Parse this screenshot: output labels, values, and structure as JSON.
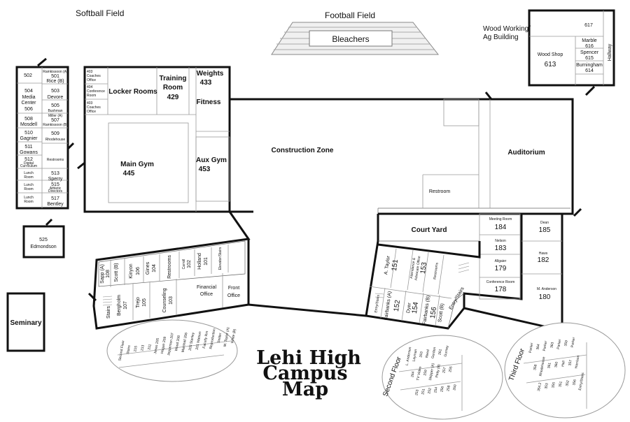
{
  "title": {
    "line1": "Lehi High",
    "line2": "Campus",
    "line3": "Map"
  },
  "outdoor": {
    "softball_field": "Softball Field",
    "football_field": "Football Field",
    "bleachers": "Bleachers",
    "wood_building_1": "Wood Working/",
    "wood_building_2": "Ag Building"
  },
  "wood_building": {
    "r617": "617",
    "wood_shop": "Wood Shop",
    "r613": "613",
    "marble": "Marble",
    "r616": "616",
    "spencer": "Spencer",
    "r615": "615",
    "burningham": "Burningham",
    "r614": "614",
    "hallway": "Hallway"
  },
  "west_wing": {
    "r502": "502",
    "rams_a": "Ramkissoon (A)",
    "r501": "501",
    "rice_b": "Rice (B)",
    "r504": "504",
    "media": "Media",
    "center": "Center",
    "r506": "506",
    "r503": "503",
    "devore": "Devore",
    "r505": "505",
    "bushman": "Bushman",
    "miller_a": "Miller (A)",
    "r507": "507",
    "rams_b": "Ramkissoon (B)",
    "r508": "508",
    "mosdell": "Mosdell",
    "r509": "509",
    "rhodehouse": "Rhodehouse",
    "r510": "510",
    "gagnier": "Gagnier",
    "r511": "511",
    "gowans": "Gowans",
    "r512": "512",
    "digital_1": "Digital",
    "digital_2": "Curriculum",
    "restrooms": "Restrooms",
    "lunch_1": "Lunch",
    "lunch_1b": "Room",
    "lunch_2": "Lunch",
    "lunch_2b": "Room",
    "lunch_3": "Lunch",
    "lunch_3b": "Room",
    "r513": "513",
    "sperry": "Sperry",
    "r515": "515",
    "athletic_1": "Athletic",
    "athletic_2": "Directors",
    "r517": "517",
    "bentley": "Bentley",
    "r525": "525",
    "edmondson": "Edmondson",
    "seminary": "Seminary"
  },
  "gym": {
    "r403": "403",
    "coaches_1": "Coaches",
    "office_1": "Office",
    "r404": "404",
    "conference": "Conference",
    "room_404": "Room",
    "r405": "403",
    "coaches_2": "Coaches",
    "office_2": "Office",
    "locker_rooms": "Locker Rooms",
    "training": "Training",
    "training_room": "Room",
    "r429": "429",
    "weights": "Weights",
    "r433": "433",
    "fitness": "Fitness",
    "main_gym": "Main Gym",
    "r445": "445",
    "aux_gym": "Aux Gym",
    "r453": "453"
  },
  "center": {
    "construction_zone": "Construction Zone",
    "auditorium": "Auditorium",
    "restroom": "Restroom"
  },
  "east": {
    "court_yard": "Court Yard",
    "meeting_room": "Meeting Room",
    "r184": "184",
    "nelson": "Nelson",
    "r183": "183",
    "allgaier": "Allgaier",
    "r179": "179",
    "conference_room": "Conference Room",
    "r178": "178",
    "dean": "Dean",
    "r185": "185",
    "haws": "Haws",
    "r182": "182",
    "m_anderson": "M. Anderson",
    "r180": "180",
    "a_taylor": "A. Taylor",
    "r151": "151",
    "attendance": "Attendance &",
    "advocate": "Advocate Office",
    "r153": "153",
    "restrooms": "Restrooms",
    "entry_stairs_1": "Entry/Stairs",
    "fairbanks_a": "Fairbanks (A)",
    "r152": "152",
    "dyer": "Dyer",
    "r154": "154",
    "fairbanks_b": "Fairbanks (B)",
    "scott_b": "Scott (B)",
    "r156": "156",
    "entry_stairs_2": "Entry/Stairs"
  },
  "southwest": {
    "sapp_a": "Sapp (A)",
    "r108": "108",
    "scott_b": "Scott (B)",
    "kinyon": "Kinyon",
    "r106": "106",
    "gines": "Gines",
    "r104": "104",
    "restrooms": "Restrooms",
    "carroll": "Carroll",
    "r102": "102",
    "holland": "Holland",
    "r101": "101",
    "elevator": "Elevator/Stairs",
    "stairs": "Stairs",
    "bergholm": "Bergholm",
    "r107": "107",
    "trejo": "Trejo",
    "r105": "105",
    "counseling": "Counseling",
    "r103": "103",
    "financial": "Financial",
    "financial_office": "Office",
    "front": "Front",
    "front_office": "Office"
  },
  "second_floor_west": [
    {
      "label": "Second Floor"
    },
    {
      "label": "Stairs"
    },
    {
      "label": "215"
    },
    {
      "label": "213"
    },
    {
      "label": "211"
    },
    {
      "label": "Jones 205"
    },
    {
      "label": "Hogan 209"
    },
    {
      "label": "Jepperson 207"
    },
    {
      "label": "Wood 208"
    },
    {
      "label": "Marshall 206"
    },
    {
      "label": "203 Stanley"
    },
    {
      "label": "201 Watson"
    },
    {
      "label": "Faculty Rm"
    },
    {
      "label": "Reproduction"
    },
    {
      "label": "Snider"
    },
    {
      "label": "M. Taylor (A)"
    },
    {
      "label": "White (B)"
    }
  ],
  "second_floor_east": {
    "label": "Second Floor",
    "items": [
      "L. Anderson",
      "Layman",
      "263",
      "Reed",
      "Gordon",
      "261",
      "Gurney",
      "264",
      "TV Video",
      "259",
      "Skipper (A)",
      "Petty (B)",
      "257",
      "255",
      "253",
      "251",
      "252",
      "254",
      "256",
      "258",
      "260"
    ]
  },
  "third_floor_east": {
    "label": "Third Floor",
    "items": [
      "Parker",
      "364",
      "Parker",
      "363",
      "Parker",
      "359",
      "Parker",
      "358",
      "Rhodehouse",
      "361",
      "360",
      "Hall",
      "357",
      "Harrison",
      "354.2",
      "353",
      "355",
      "351",
      "352",
      "356",
      "Entry/Stairs"
    ]
  }
}
